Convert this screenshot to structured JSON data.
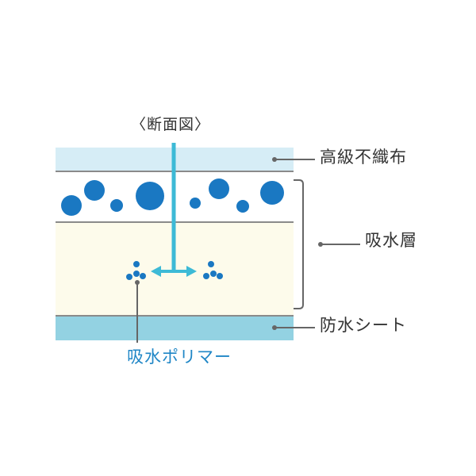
{
  "title": "〈断面図〉",
  "layers": {
    "top": {
      "label": "高級不織布",
      "color": "#d6edf6"
    },
    "absorbent": {
      "label": "吸水層",
      "color": "#fdfbeb"
    },
    "bottom": {
      "label": "防水シート",
      "color": "#93d2e2"
    }
  },
  "polymer": {
    "label": "吸水ポリマー",
    "color": "#1f86c6"
  },
  "colors": {
    "line": "#666666",
    "polymer_dot": "#1a78c2",
    "arrow": "#3dbad6",
    "separator": "#8a8a8a"
  }
}
